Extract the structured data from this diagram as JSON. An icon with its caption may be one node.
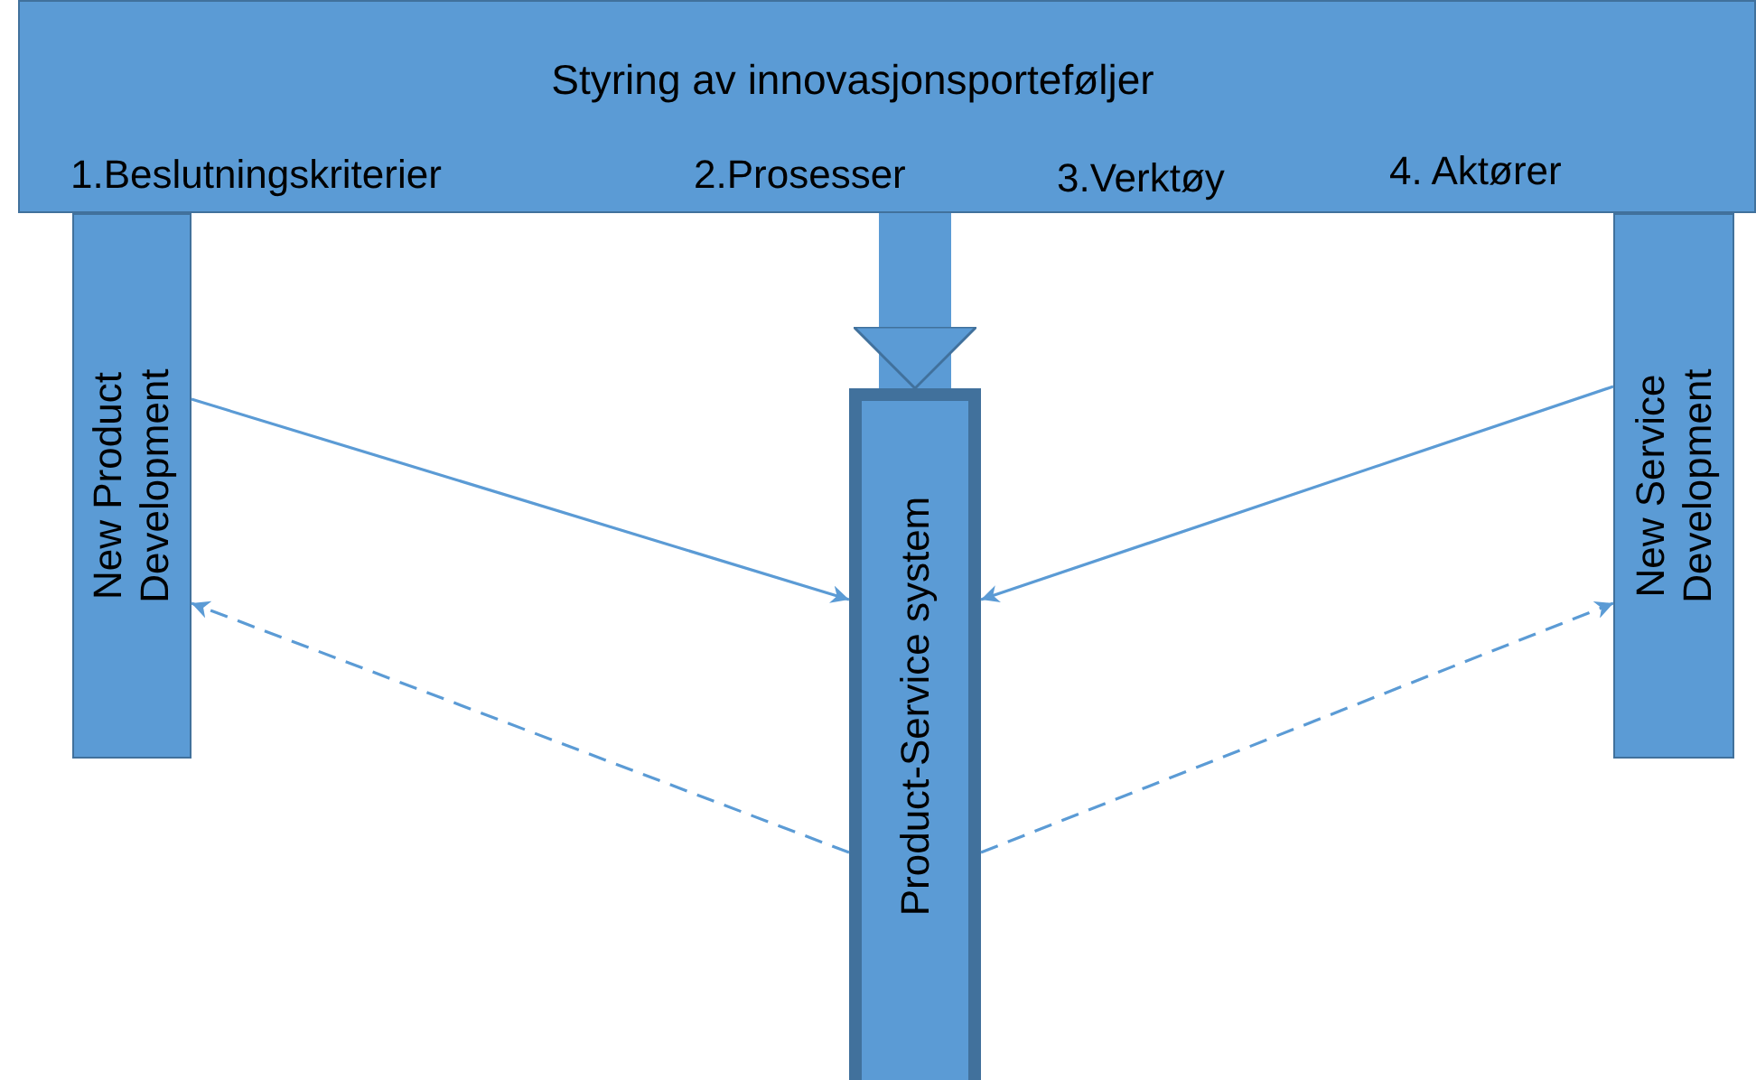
{
  "diagram": {
    "nodes": [
      {
        "text": [
          "Styring av innovasjonsporteføljer",
          "1.Beslutningskriterier",
          "2.Prosesser",
          "3.Verktøy",
          "4. Aktører"
        ]
      },
      {
        "text": [
          "New Product Development"
        ]
      },
      {
        "text": [
          "Product-Service system"
        ]
      },
      {
        "text": [
          "New Service Development"
        ]
      }
    ],
    "edges": [
      {
        "from": 0,
        "to": 2,
        "arrow": "to",
        "style": "thick"
      },
      {
        "from": 1,
        "to": 2,
        "arrow": "to"
      },
      {
        "from": 3,
        "to": 2,
        "arrow": "to"
      },
      {
        "from": 2,
        "to": 1,
        "arrow": "to",
        "style": "dashed"
      },
      {
        "from": 2,
        "to": 3,
        "arrow": "to",
        "style": "dashed"
      }
    ]
  }
}
